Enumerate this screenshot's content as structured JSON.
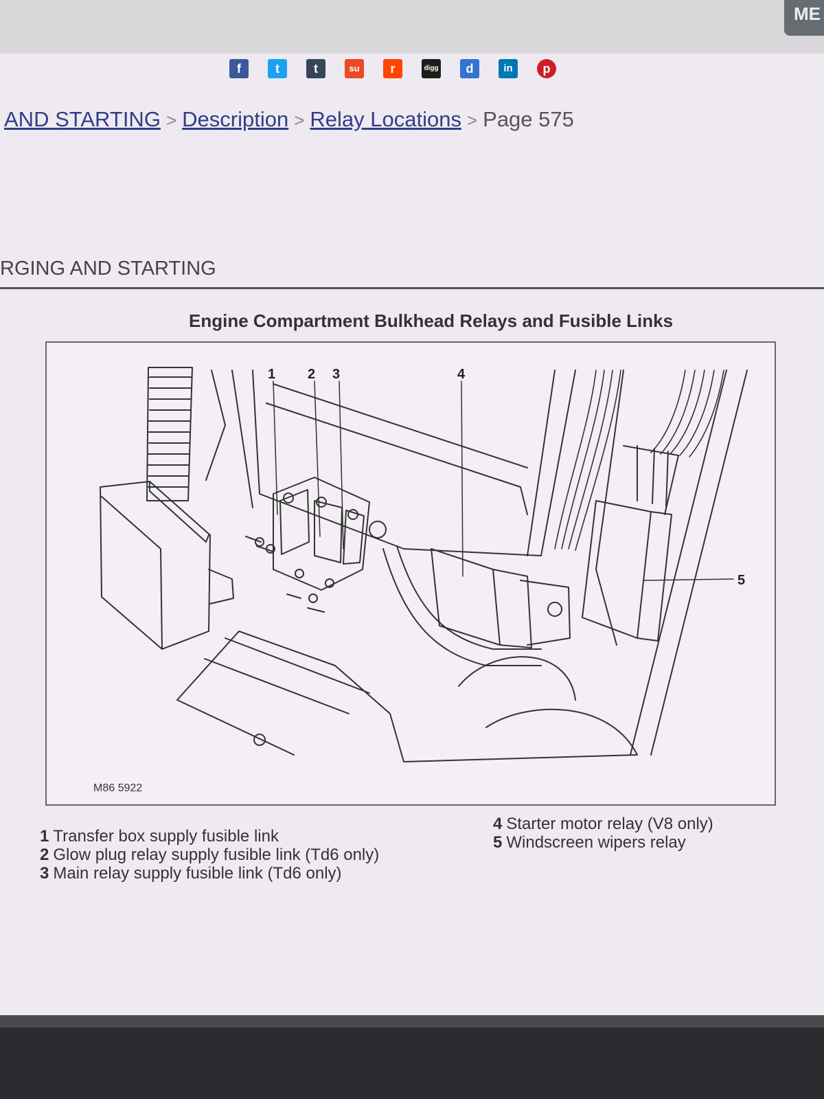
{
  "menu": {
    "label": "ME"
  },
  "share_icons": [
    {
      "name": "facebook-icon",
      "glyph": "f",
      "color": "#3b5998"
    },
    {
      "name": "twitter-icon",
      "glyph": "t",
      "color": "#1da1f2"
    },
    {
      "name": "tumblr-icon",
      "glyph": "t",
      "color": "#35465c"
    },
    {
      "name": "stumbleupon-icon",
      "glyph": "su",
      "color": "#eb4924"
    },
    {
      "name": "reddit-icon",
      "glyph": "r",
      "color": "#ff4500"
    },
    {
      "name": "digg-icon",
      "glyph": "digg",
      "color": "#1d1d1b"
    },
    {
      "name": "delicious-icon",
      "glyph": "d",
      "color": "#3274d1"
    },
    {
      "name": "linkedin-icon",
      "glyph": "in",
      "color": "#0077b5"
    },
    {
      "name": "pinterest-icon",
      "glyph": "p",
      "color": "#cb2027"
    }
  ],
  "breadcrumb": {
    "items": [
      "AND STARTING",
      "Description",
      "Relay Locations"
    ],
    "current": "Page 575",
    "separator": ">"
  },
  "section_title": "RGING AND STARTING",
  "figure": {
    "title": "Engine Compartment Bulkhead Relays and Fusible Links",
    "code": "M86 5922",
    "callouts": [
      "1",
      "2",
      "3",
      "4",
      "5"
    ]
  },
  "legend_left": [
    {
      "num": "1",
      "text": "Transfer box supply fusible link"
    },
    {
      "num": "2",
      "text": "Glow plug relay supply fusible link (Td6 only)"
    },
    {
      "num": "3",
      "text": "Main relay supply fusible link (Td6 only)"
    }
  ],
  "legend_right": [
    {
      "num": "4",
      "text": "Starter motor relay (V8 only)"
    },
    {
      "num": "5",
      "text": "Windscreen wipers relay"
    }
  ]
}
